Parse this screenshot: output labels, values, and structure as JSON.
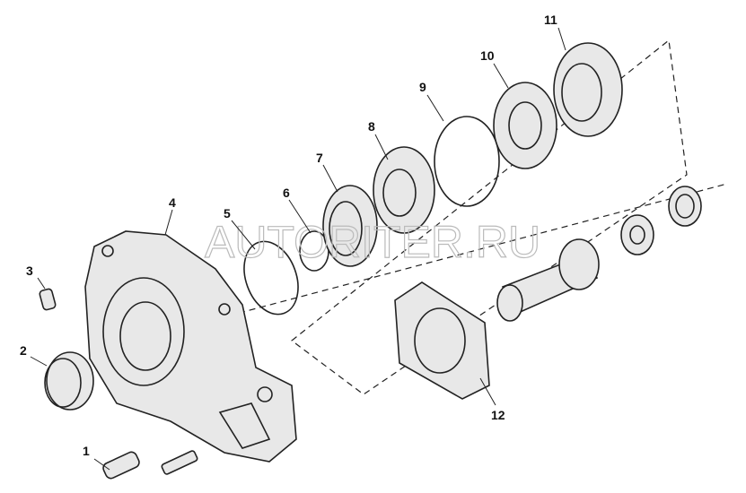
{
  "diagram": {
    "callouts": [
      "1",
      "2",
      "3",
      "4",
      "5",
      "6",
      "7",
      "8",
      "9",
      "10",
      "11",
      "12"
    ],
    "watermark": "AUTORITER.RU"
  }
}
